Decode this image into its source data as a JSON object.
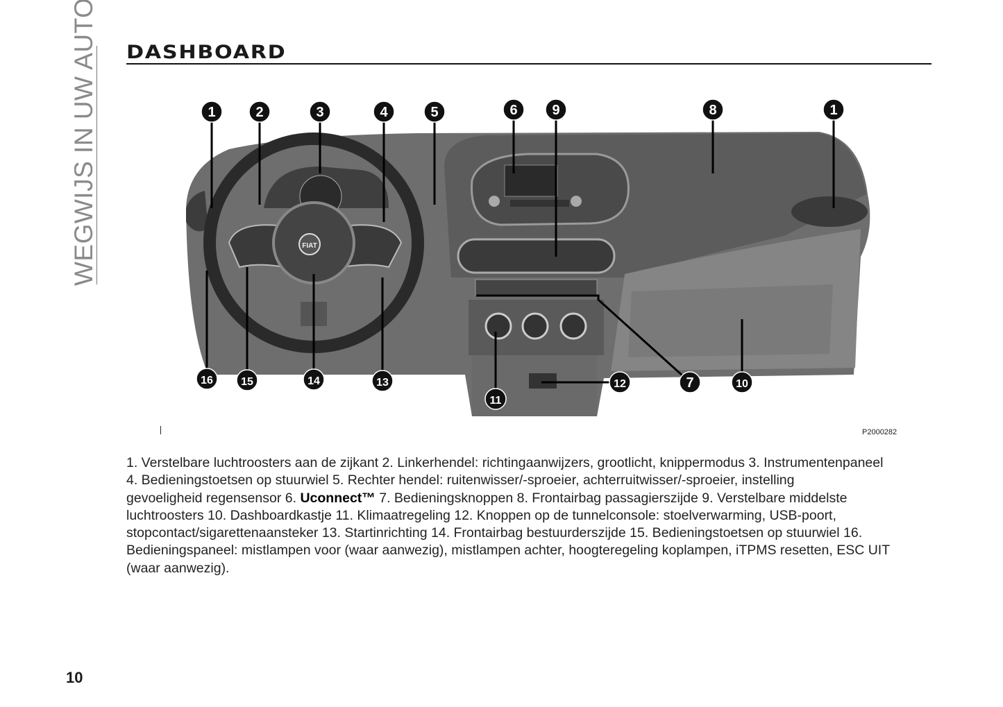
{
  "sidebar": {
    "section": "WEGWIJS IN UW AUTO"
  },
  "header": {
    "title": "DASHBOARD"
  },
  "figure": {
    "code": "P2000282",
    "callouts": [
      "1",
      "2",
      "3",
      "4",
      "5",
      "6",
      "9",
      "8",
      "1",
      "16",
      "15",
      "14",
      "13",
      "11",
      "12",
      "7",
      "10"
    ],
    "brand_badge": "FIAT"
  },
  "caption": {
    "lines": [
      "1. Verstelbare luchtroosters aan de zijkant 2. Linkerhendel: richtingaanwijzers, grootlicht, knippermodus 3. Instrumentenpaneel",
      "4. Bedieningstoetsen op stuurwiel 5. Rechter hendel: ruitenwisser/-sproeier, achterruitwisser/-sproeier, instelling",
      "gevoeligheid regensensor 6.",
      "luchtroosters 10. Dashboardkastje 11. Klimaatregeling 12. Knoppen op de tunnelconsole: stoelverwarming, USB-poort,",
      "stopcontact/sigarettenaansteker 13. Startinrichting 14. Frontairbag bestuurderszijde 15. Bedieningstoetsen op stuurwiel 16.",
      "Bedieningspaneel: mistlampen voor (waar aanwezig), mistlampen achter, hoogteregeling koplampen, iTPMS resetten, ESC UIT",
      "(waar aanwezig)."
    ],
    "line3_bold": "Uconnect™",
    "line3_rest": "7. Bedieningsknoppen 8. Frontairbag passagierszijde 9. Verstelbare middelste"
  },
  "footer": {
    "page_number": "10"
  }
}
